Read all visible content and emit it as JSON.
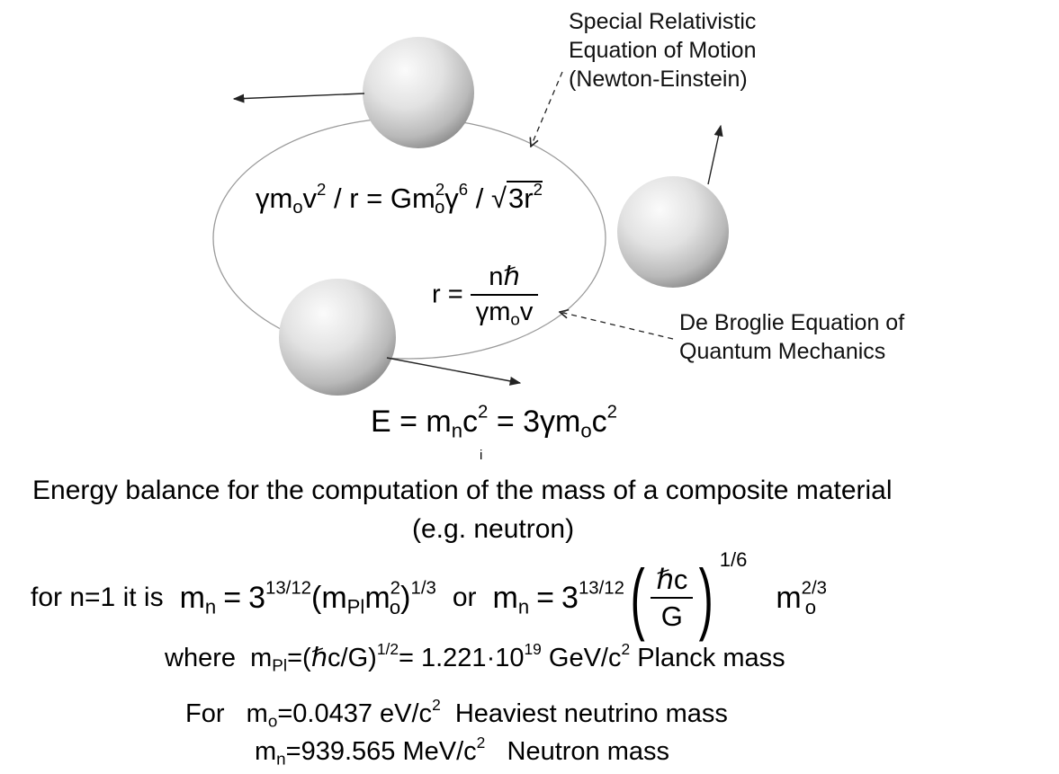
{
  "labels": {
    "special_relativistic": [
      "Special Relativistic",
      "Equation of Motion",
      "(Newton-Einstein)"
    ],
    "de_broglie": [
      "De Broglie Equation of",
      "Quantum Mechanics"
    ]
  },
  "equations": {
    "motion": {
      "lhs": "γm",
      "lhs_sub": "o",
      "lhs_rest": "v",
      "lhs_sup": "2",
      "lhs_tail": " / r = Gm",
      "mid_sup": "2",
      "mid_sub": "o",
      "gamma": "γ",
      "gamma_sup": "6",
      "slash": " / ",
      "root": "√",
      "radicand": "3r",
      "radicand_sup": "2"
    },
    "radius": {
      "lhs": "r =",
      "num": "nℏ",
      "den": "γm",
      "den_sub": "o",
      "den_tail": "v"
    },
    "energy": {
      "part1": "E = m",
      "sub1": "n",
      "part2": "c",
      "sup1": "2",
      "part3": " = 3γm",
      "sub2": "o",
      "part4": "c",
      "sup2": "2",
      "mark": "i"
    }
  },
  "text": {
    "title": "Energy balance for the computation of the mass of a composite material",
    "subtitle": "(e.g. neutron)",
    "formula_intro": "for n=1 it is",
    "m": "m",
    "n": "n",
    "eq": "=",
    "three": "3",
    "exp_13_12": "13/12",
    "open": "(",
    "m_pl": "m",
    "pl": "Pl",
    "m_o": "m",
    "o": "o",
    "two": "2",
    "close": ")",
    "exp_1_3": "1/3",
    "or": "or",
    "hbar_c": "ℏc",
    "G": "G",
    "exp_1_6": "1/6",
    "exp_2_3": "2/3",
    "where": "where",
    "planck_def": "=(ℏc/G)",
    "planck_exp": "1/2",
    "planck_val": "= 1.221·10",
    "planck_pow": "19",
    "planck_units": " GeV/c",
    "planck_units_sup": "2",
    "planck_name": " Planck mass",
    "for": "For",
    "mo_val": "=0.0437 eV/c",
    "mo_sup": "2",
    "mo_name": "Heaviest neutrino mass",
    "mn_val": "=939.565 MeV/c",
    "mn_sup": "2",
    "mn_name": "Neutron mass"
  },
  "colors": {
    "sphere_light": "#fafafa",
    "sphere_mid": "#d4d4d4",
    "sphere_dark": "#8c8c8c",
    "orbit": "#9a9a9a"
  }
}
